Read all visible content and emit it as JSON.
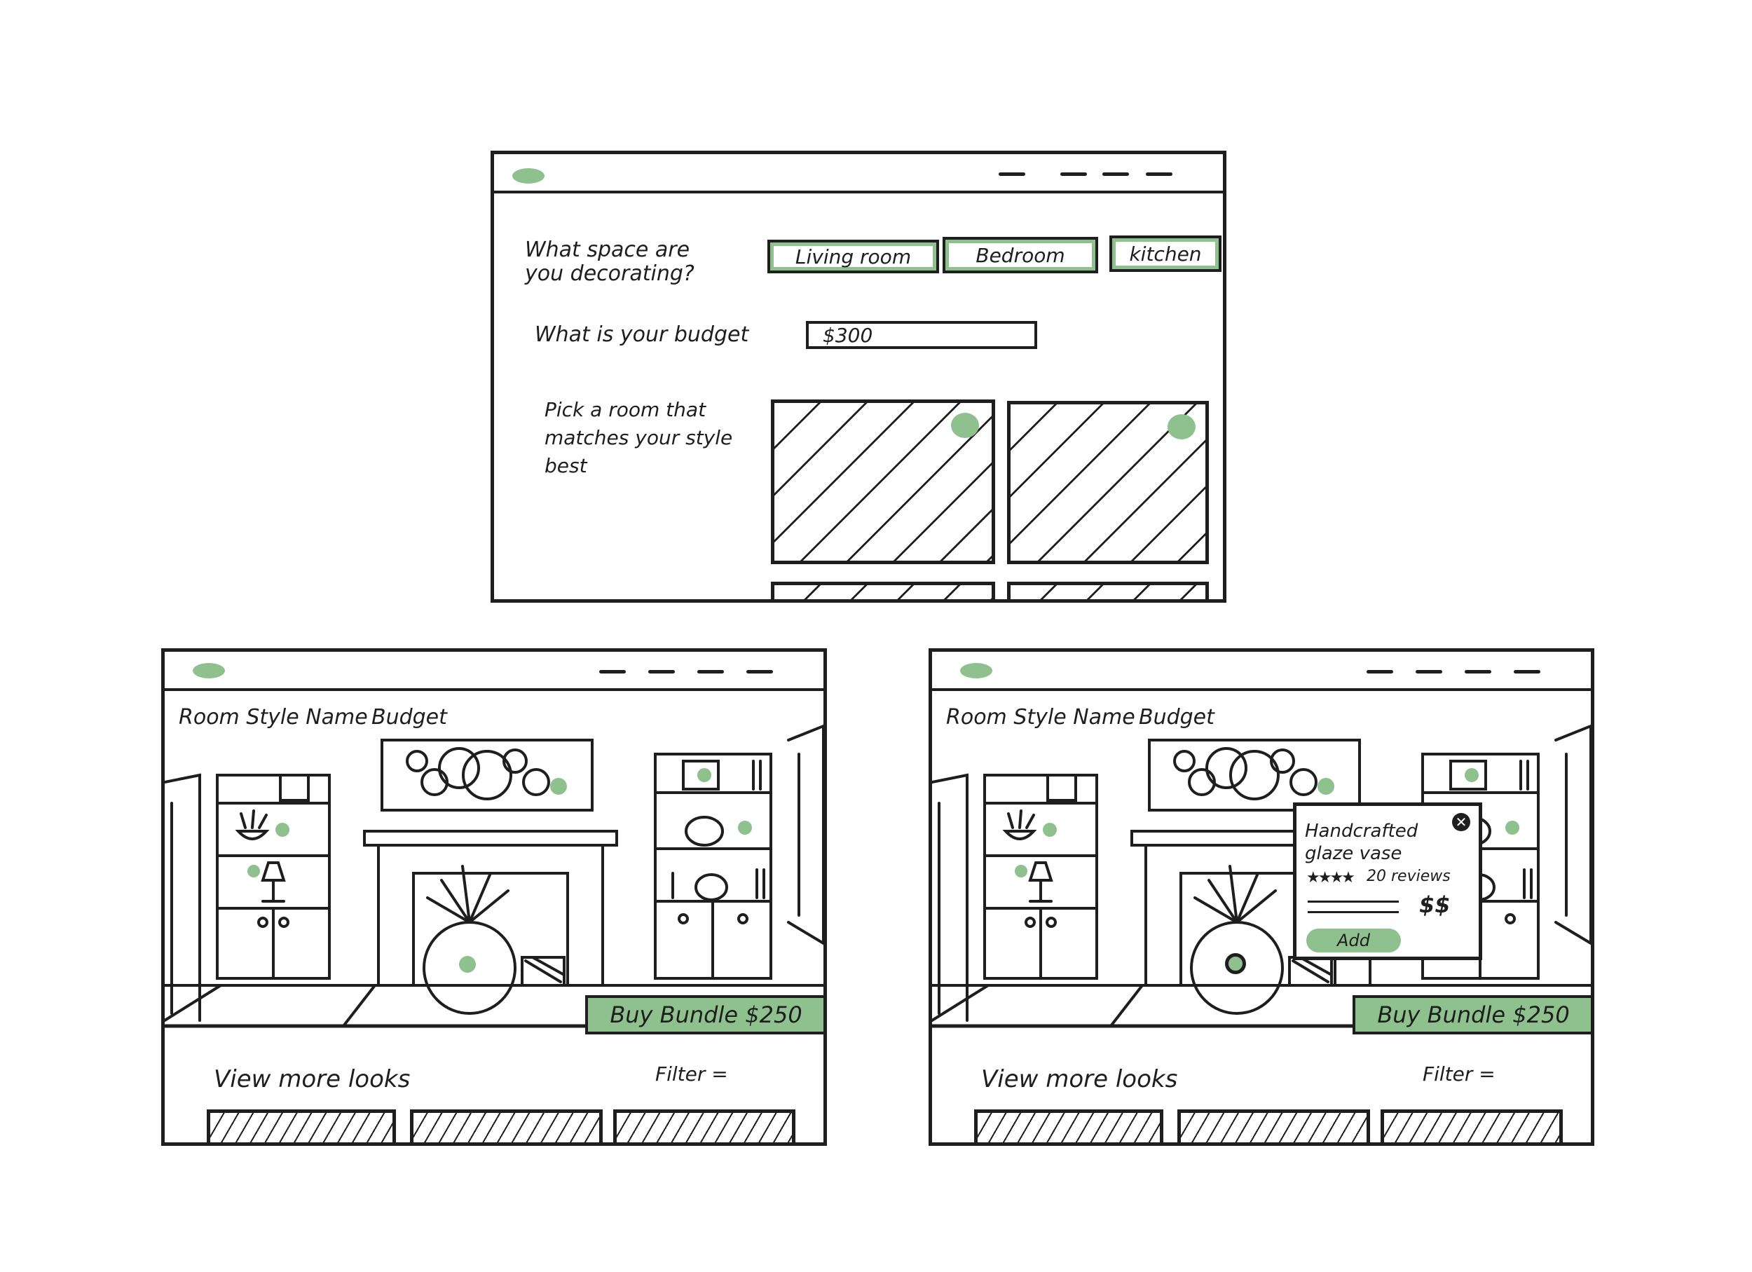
{
  "colors": {
    "accent": "#8fc18f",
    "ink": "#1e1e1e",
    "paper": "#ffffff"
  },
  "quiz": {
    "space_question": "What space are you decorating?",
    "space_options": [
      "Living room",
      "Bedroom",
      "kitchen"
    ],
    "budget_question": "What is your budget",
    "budget_value": "$300",
    "style_question": "Pick a room that matches your style best"
  },
  "result_left": {
    "room_name": "Room Style Name",
    "budget_label": "Budget",
    "buy_bundle": "Buy Bundle $250",
    "view_more": "View more looks",
    "filter": "Filter ="
  },
  "result_right": {
    "room_name": "Room Style Name",
    "budget_label": "Budget",
    "buy_bundle": "Buy Bundle $250",
    "view_more": "View more looks",
    "filter": "Filter =",
    "popup": {
      "title": "Handcrafted glaze vase",
      "reviews": "20 reviews",
      "price": "$$",
      "add": "Add",
      "close_icon": "close-x-icon"
    }
  }
}
